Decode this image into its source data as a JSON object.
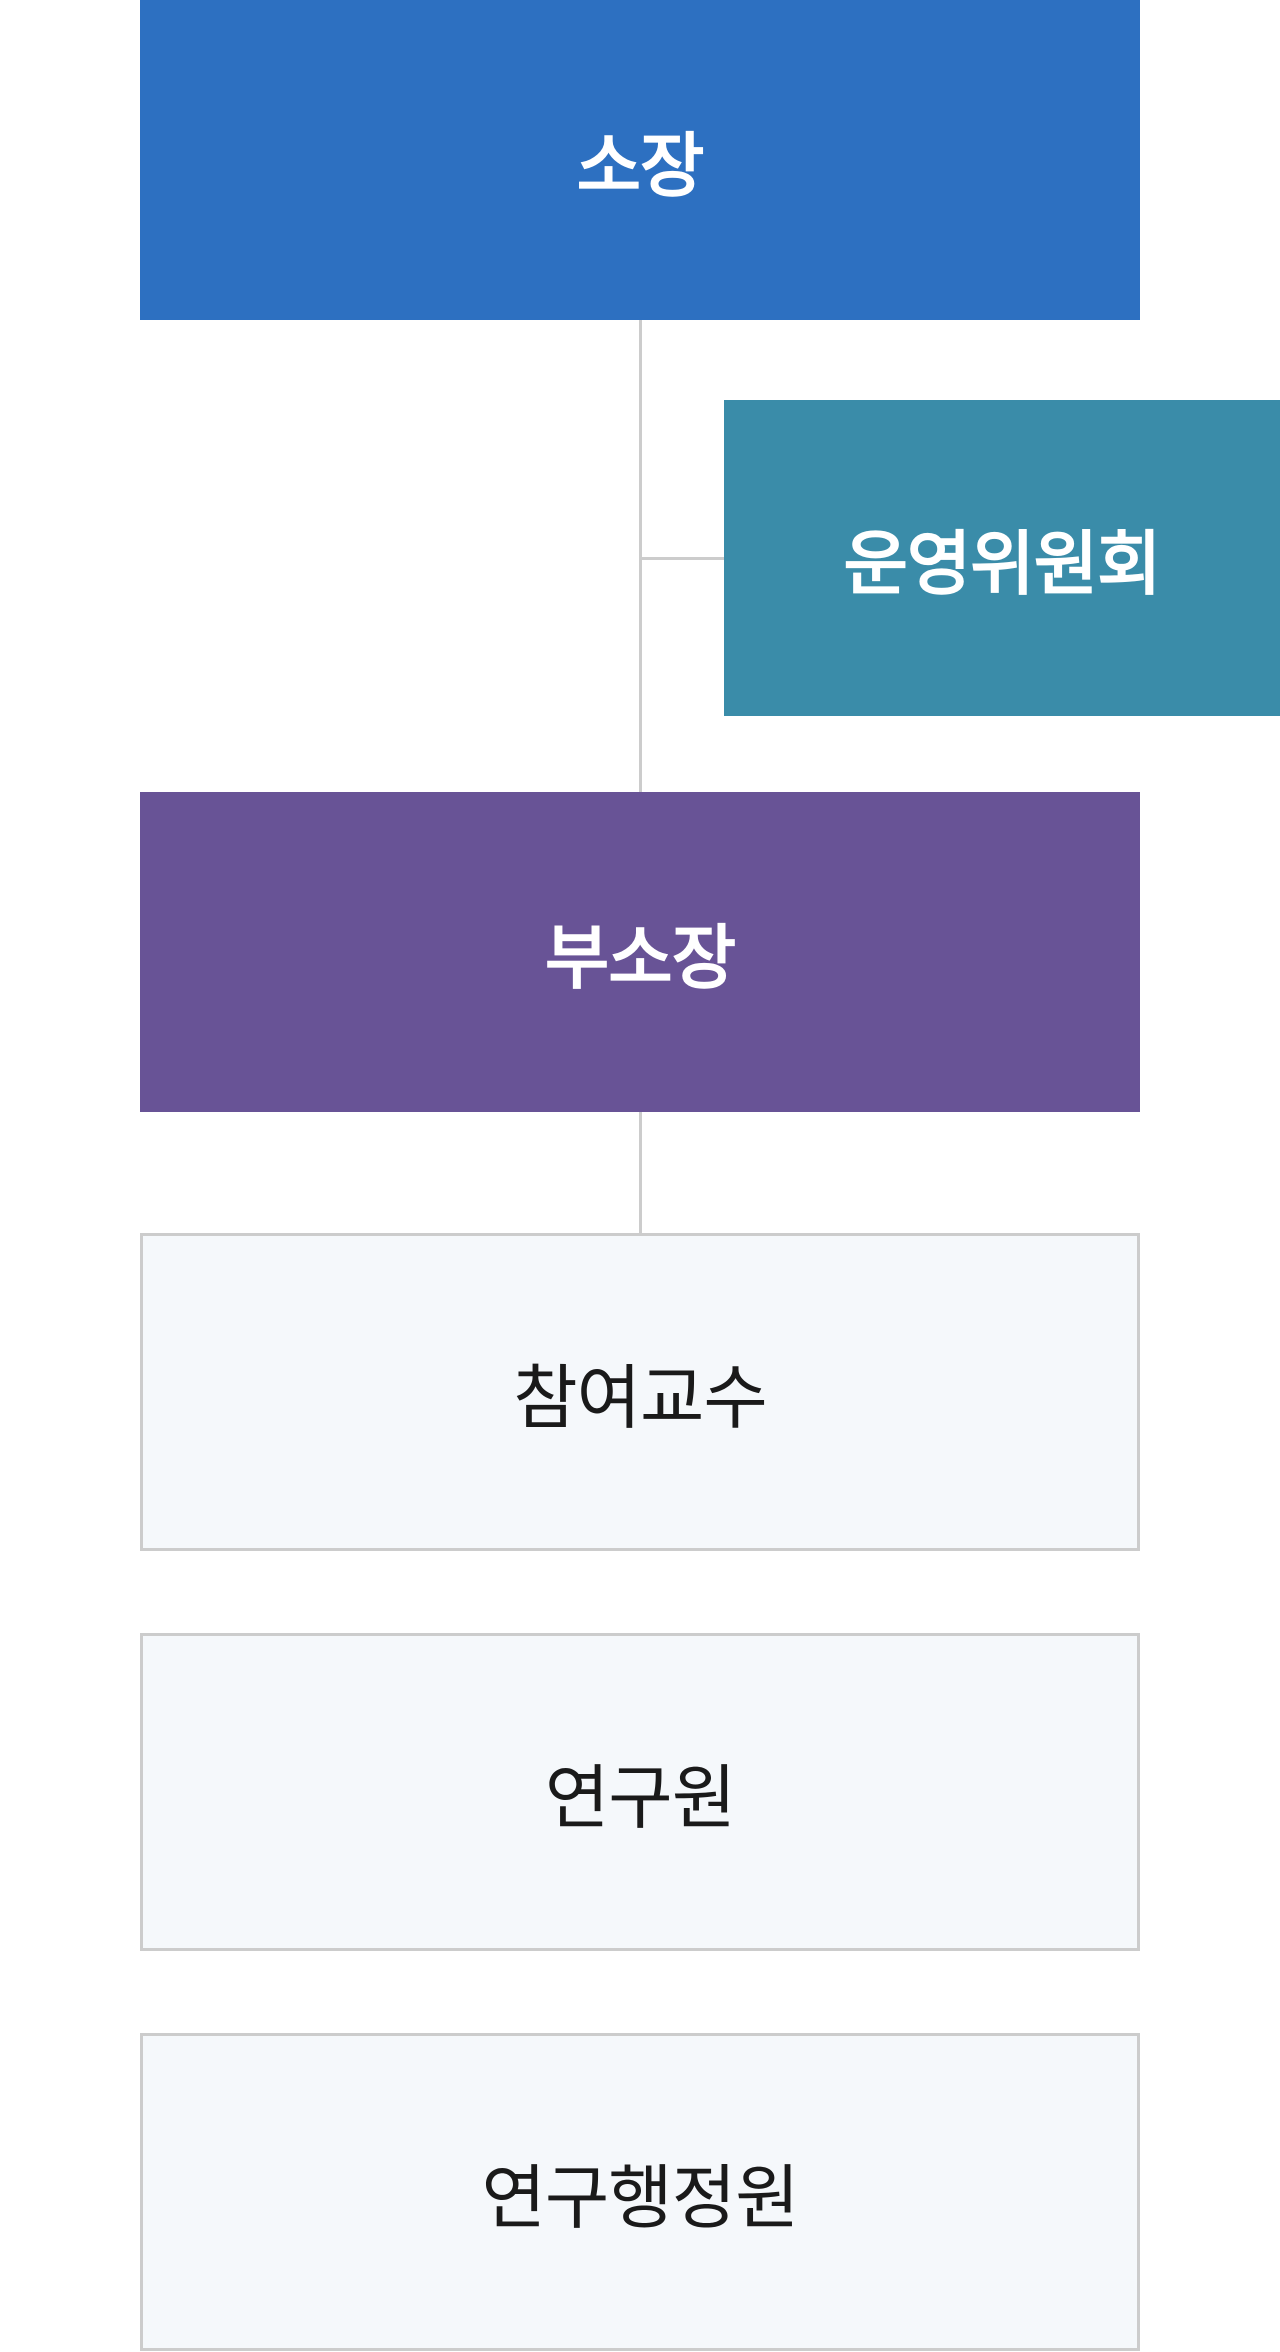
{
  "org_chart": {
    "director": {
      "label": "소장",
      "color": "#2d70c1"
    },
    "committee": {
      "label": "운영위원회",
      "color": "#3a8ca9"
    },
    "deputy_director": {
      "label": "부소장",
      "color": "#685396"
    },
    "members": [
      {
        "label": "참여교수"
      },
      {
        "label": "연구원"
      },
      {
        "label": "연구행정원"
      }
    ],
    "member_box_color": "#f5f8fb",
    "connector_color": "#cccccc"
  }
}
